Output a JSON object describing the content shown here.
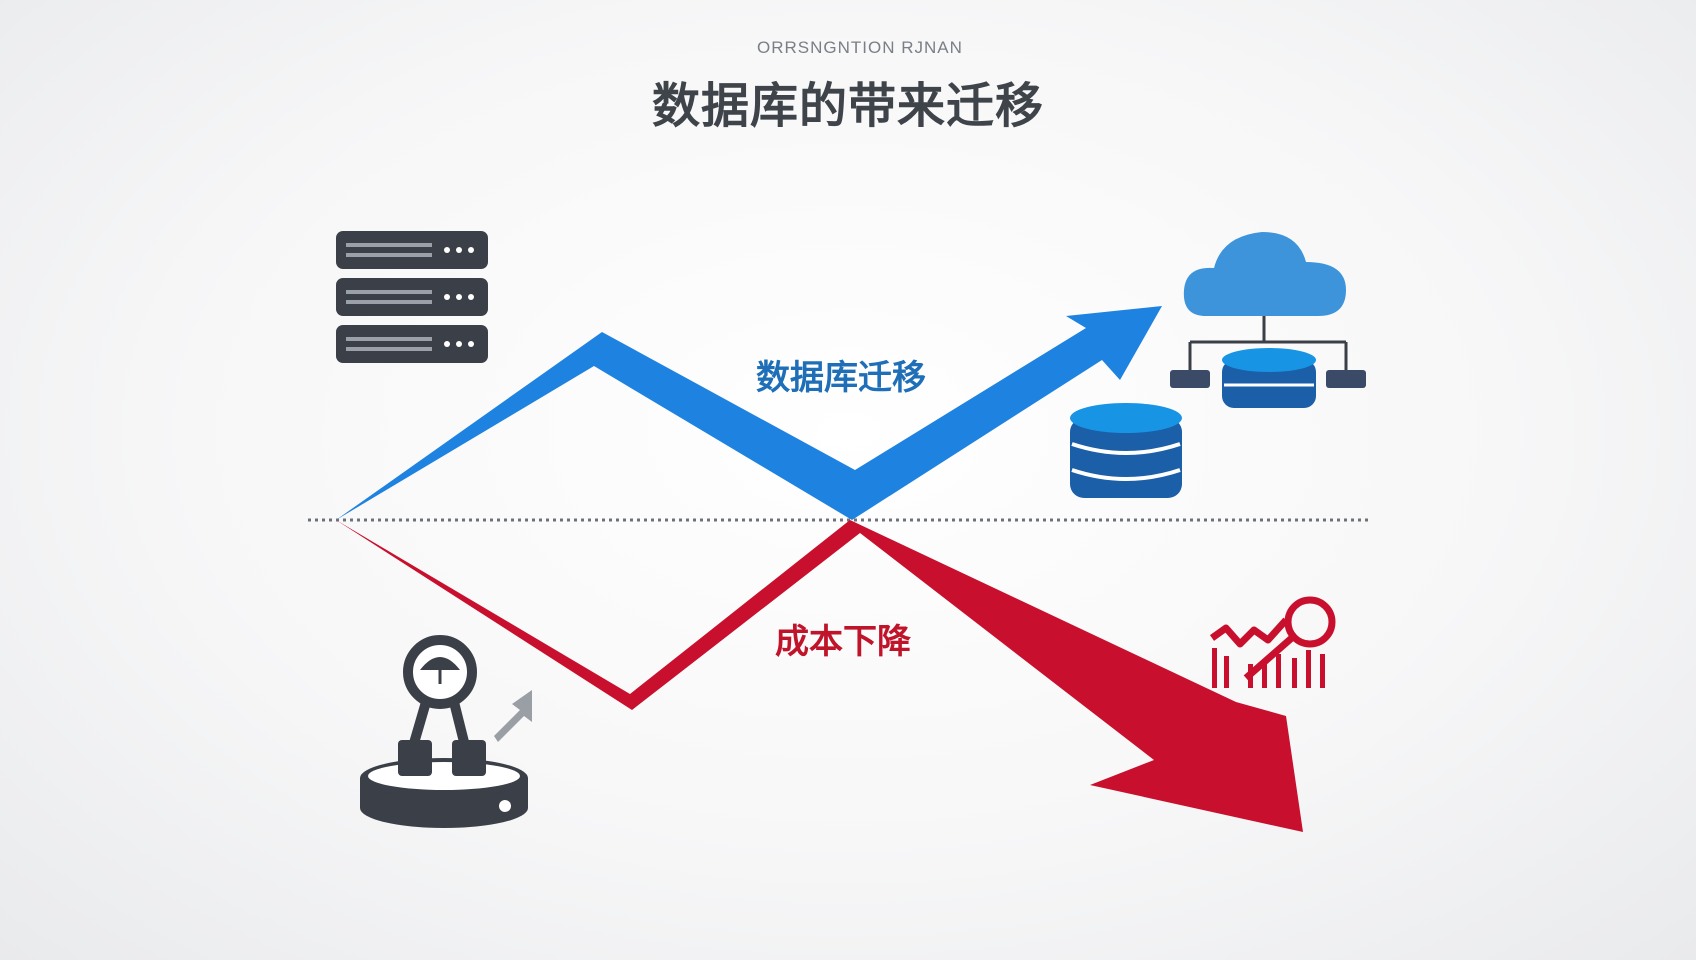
{
  "header": {
    "supertitle": "ORRSNGNTION RJNAN",
    "title": "数据库的带来迁移"
  },
  "diagram": {
    "up_label": "数据库迁移",
    "down_label": "成本下降"
  },
  "colors": {
    "up_line": "#1e82e0",
    "down_line": "#c8102e",
    "icon_dark": "#3b3f47",
    "db_blue": "#1b5fa8",
    "db_top": "#1794e4",
    "cloud": "#3e94db",
    "baseline": "#6e7278"
  },
  "icons": {
    "left_top": "server-rack-icon",
    "right_top_cloud": "cloud-network-icon",
    "right_top_db": "database-icon",
    "left_bottom": "robot-operator-on-disk-icon",
    "right_bottom": "cost-chart-icon"
  }
}
